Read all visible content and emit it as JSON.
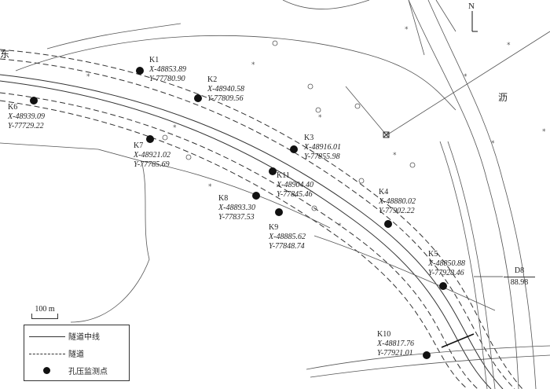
{
  "map": {
    "places": {
      "left_cut": "东",
      "right": "沥"
    },
    "north": "N",
    "scale_label": "100 m",
    "d8": {
      "name": "D8",
      "value": "88.98"
    },
    "legend": {
      "centerline": "隧道中线",
      "tunnel": "隧道",
      "monitor": "孔压监测点"
    },
    "points": [
      {
        "id": "K1",
        "x": "X-48853.89",
        "y": "Y-77780.90"
      },
      {
        "id": "K2",
        "x": "X-48940.58",
        "y": "Y-77809.56"
      },
      {
        "id": "K6",
        "x": "X-48939.09",
        "y": "Y-77729.22"
      },
      {
        "id": "K7",
        "x": "X-48921.02",
        "y": "Y-77785.69"
      },
      {
        "id": "K3",
        "x": "X-48916.01",
        "y": "Y-77855.98"
      },
      {
        "id": "K11",
        "x": "X-48904.40",
        "y": "Y-77845.46"
      },
      {
        "id": "K8",
        "x": "X-48893.30",
        "y": "Y-77837.53"
      },
      {
        "id": "K9",
        "x": "X-48885.62",
        "y": "Y-77848.74"
      },
      {
        "id": "K4",
        "x": "X-48880.02",
        "y": "Y-77902.22"
      },
      {
        "id": "K5",
        "x": "X-48850.88",
        "y": "Y-77928.46"
      },
      {
        "id": "K10",
        "x": "X-48817.76",
        "y": "Y-77921.01"
      }
    ]
  }
}
